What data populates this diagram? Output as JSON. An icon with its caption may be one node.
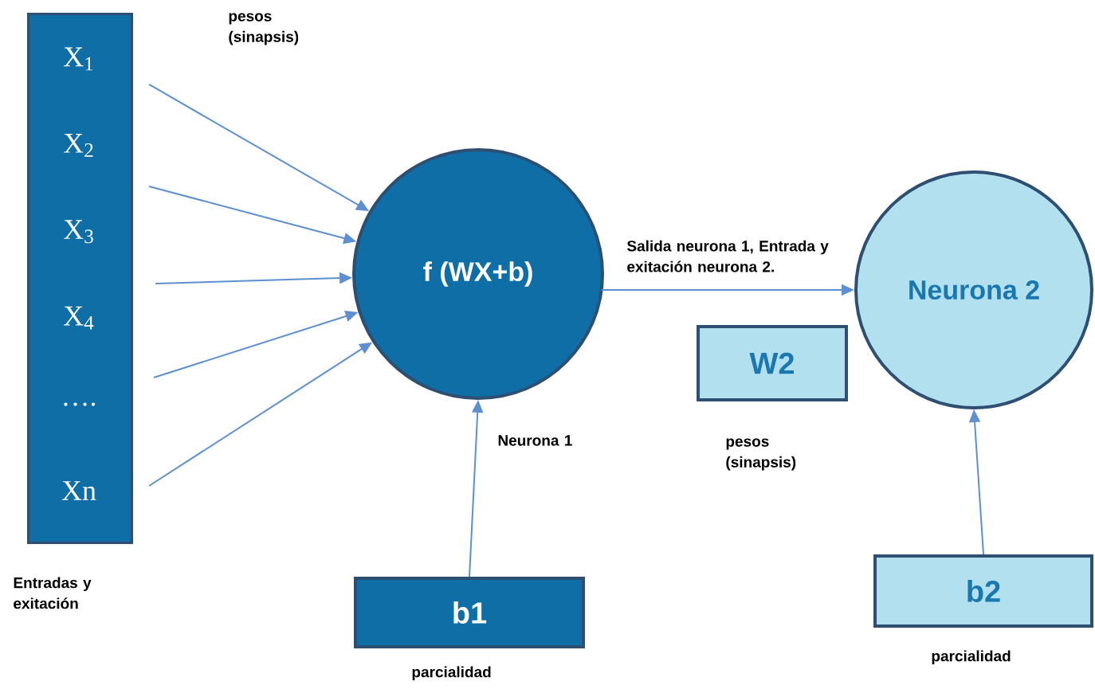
{
  "diagram": {
    "nodes": [
      {
        "text": [
          "X$_{1}$",
          "X$_{2}$",
          "X$_{3}$",
          "X$_{4}$",
          "….",
          "Xn"
        ],
        "beside": [
          "Entradas y exitación"
        ]
      },
      {
        "text": [
          "f (WX+b)"
        ],
        "beside": [
          "Neurona 1"
        ]
      },
      {
        "text": [
          "Neurona 2"
        ]
      },
      {
        "text": [
          "W2"
        ],
        "beside": [
          "pesos (sinapsis)"
        ]
      },
      {
        "text": [
          "b1"
        ],
        "beside": [
          "parcialidad"
        ]
      },
      {
        "text": [
          "b2"
        ],
        "beside": [
          "parcialidad"
        ]
      }
    ],
    "edges": [
      {
        "from": 0,
        "to": 1,
        "arrow": "to"
      },
      {
        "from": 0,
        "to": 1,
        "arrow": "to"
      },
      {
        "from": 0,
        "to": 1,
        "arrow": "to"
      },
      {
        "from": 0,
        "to": 1,
        "arrow": "to"
      },
      {
        "from": 0,
        "to": 1,
        "arrow": "to"
      },
      {
        "from": 1,
        "to": 2,
        "arrow": "to",
        "label": "Salida neurona 1, Entrada y exitación neurona 2."
      },
      {
        "from": 4,
        "to": 1,
        "arrow": "to"
      },
      {
        "from": 5,
        "to": 2,
        "arrow": "to"
      }
    ],
    "labels": [
      "pesos (sinapsis)"
    ]
  }
}
